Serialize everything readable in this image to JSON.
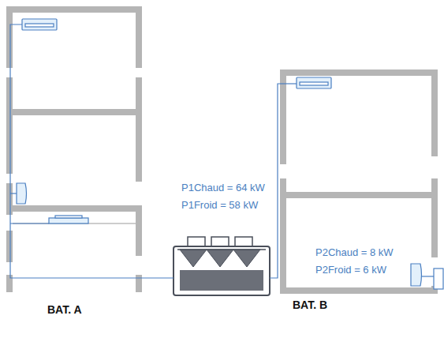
{
  "diagram": {
    "nodes": [
      {
        "text": [
          "BAT. A"
        ]
      },
      {
        "text": [
          "P1Chaud = 64 kW",
          "P1Froid = 58 kW"
        ]
      },
      {
        "text": [
          "BAT. B"
        ]
      }
    ],
    "edges": [
      {
        "from": 1,
        "to": 0,
        "arrow": "none"
      },
      {
        "from": 1,
        "to": 2,
        "arrow": "none"
      }
    ],
    "labels": [
      "P2Chaud = 8 kW",
      "P2Froid = 6 kW"
    ]
  }
}
